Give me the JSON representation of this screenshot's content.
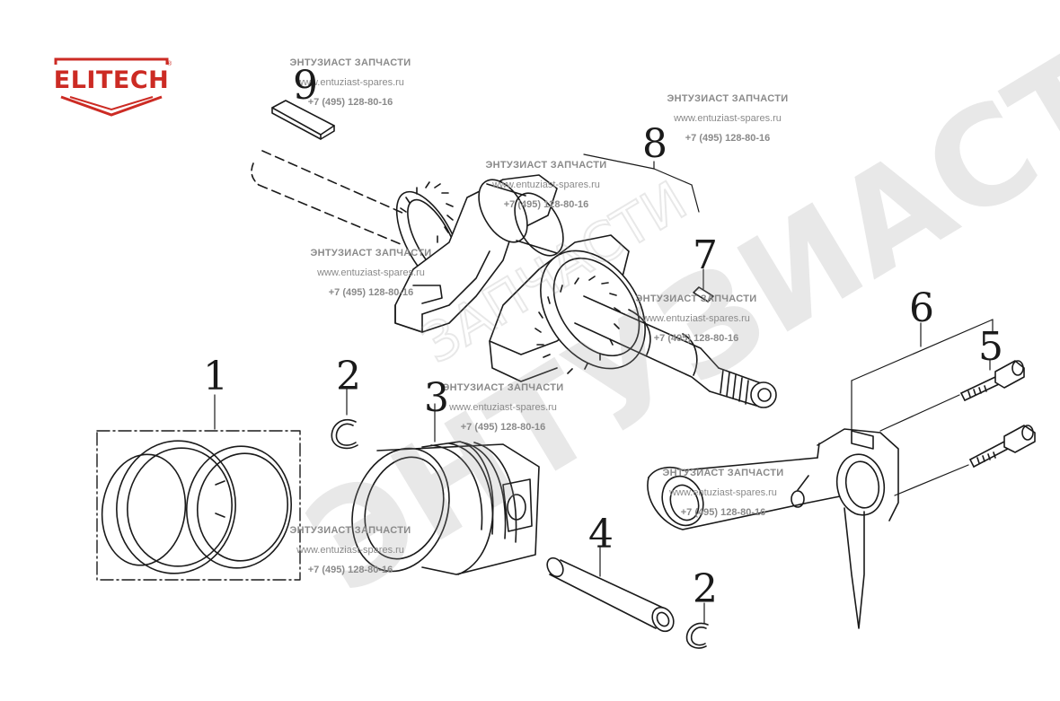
{
  "brand": {
    "name": "ELITECH",
    "registered_mark": "®",
    "color": "#cc2b24"
  },
  "callouts": [
    {
      "id": "1",
      "label": "1"
    },
    {
      "id": "2a",
      "label": "2"
    },
    {
      "id": "2b",
      "label": "2"
    },
    {
      "id": "3",
      "label": "3"
    },
    {
      "id": "4",
      "label": "4"
    },
    {
      "id": "5",
      "label": "5"
    },
    {
      "id": "6",
      "label": "6"
    },
    {
      "id": "7",
      "label": "7"
    },
    {
      "id": "8",
      "label": "8"
    },
    {
      "id": "9",
      "label": "9"
    }
  ],
  "watermark": {
    "company": "ЭНТУЗИАСТ ЗАПЧАСТИ",
    "website": "www.entuziast-spares.ru",
    "phone": "+7 (495) 128-80-16",
    "big_text": "ЭНТУЗИАСТ®",
    "sub_text": "ЗАПЧАСТИ"
  },
  "colors": {
    "line": "#1a1a1a",
    "watermark": "#8a8a8a",
    "background": "#ffffff"
  }
}
